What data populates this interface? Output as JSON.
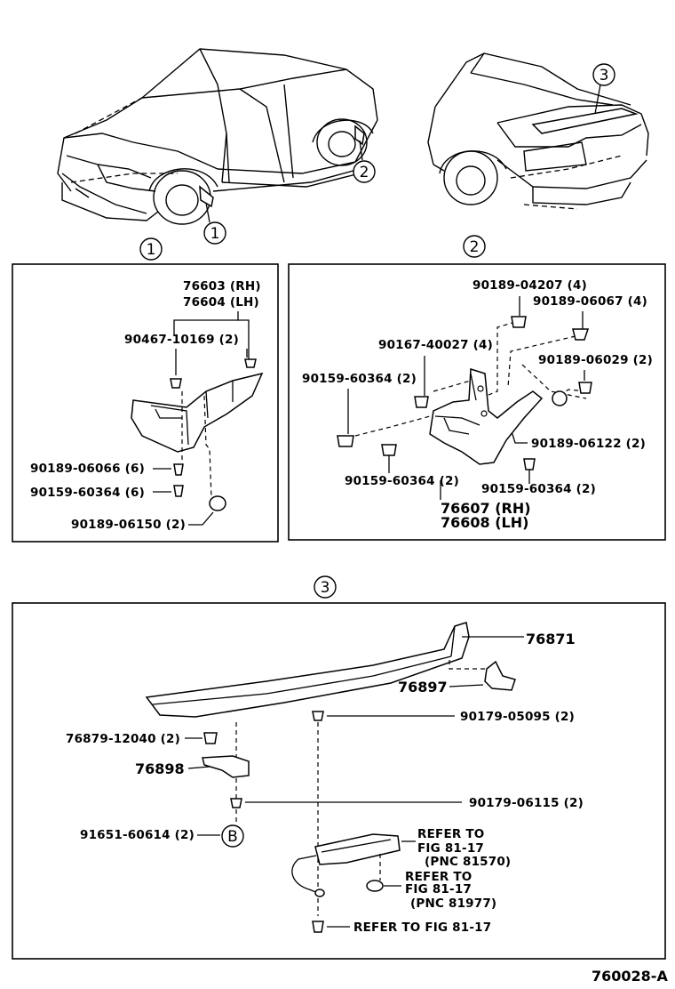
{
  "callouts": {
    "c1": "1",
    "c2": "2",
    "c3": "3",
    "b": "B"
  },
  "panel1": {
    "parts": {
      "rh": "76603 (RH)",
      "lh": "76604 (LH)",
      "p1": "90467-10169 (2)",
      "p2": "90189-06066 (6)",
      "p3": "90159-60364 (6)",
      "p4": "90189-06150 (2)"
    }
  },
  "panel2": {
    "parts": {
      "p1": "90189-04207 (4)",
      "p2": "90189-06067 (4)",
      "p3": "90167-40027 (4)",
      "p4": "90159-60364 (2)",
      "p5": "90189-06029 (2)",
      "p6": "90189-06122 (2)",
      "p7": "90159-60364 (2)",
      "p8": "90159-60364 (2)",
      "rh": "76607 (RH)",
      "lh": "76608 (LH)"
    }
  },
  "panel3": {
    "parts": {
      "spoiler": "76871",
      "bracket_r": "76897",
      "p1": "90179-05095 (2)",
      "p2": "76879-12040 (2)",
      "bracket_l": "76898",
      "p3": "90179-06115 (2)",
      "p4": "91651-60614 (2)",
      "ref1_a": "REFER TO",
      "ref1_b": "FIG 81-17",
      "ref1_c": "(PNC 81570)",
      "ref2_a": "REFER TO",
      "ref2_b": "FIG 81-17",
      "ref2_c": "(PNC 81977)",
      "ref3": "REFER TO FIG 81-17"
    }
  },
  "figure_code": "760028-A"
}
